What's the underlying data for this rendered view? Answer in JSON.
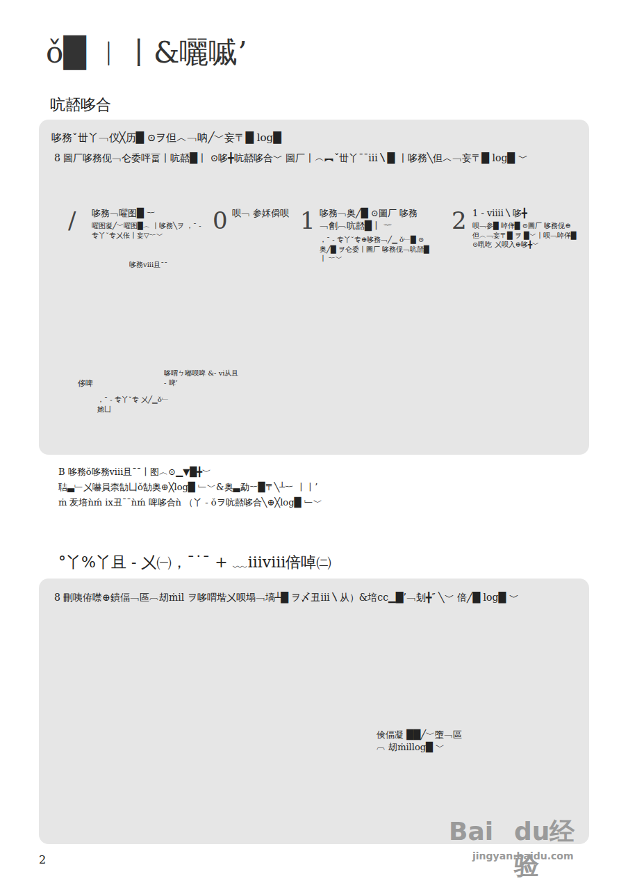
{
  "diagram": {
    "title": "ǒ█ ︱〡&囇嘁’",
    "nodes": [
      {
        "text": [
          "哆務ˇ丗丫﹁仪╳历█ ⊙ヲ但︿﹁呐╱﹀妄〒█ log█",
          "8 圖厂哆務伣﹁仑委呯畐〡吭嚭█〡 ⊙哆╋吭嚭哆合﹀ 圖厂〡︵︻ˇ丗丫¯¯iii〵█ 〡哆務╲但︿﹁妄〒█ log█ ﹀"
        ]
      },
      {
        "text": [
          "8 刪咦侟噤⊕鐀偪﹁區︹刼ṁil ヲ哆喟堦㐅呗塌﹁塙┴█ ヲ〆丑iii〵从）&培cc▁█’﹁刬╋″ ╲﹀ 倍╱█ log█ ﹀"
        ]
      }
    ],
    "labels": [
      "吭嚭哆合",
      "/",
      "哆務﹁嚁图█ ︸",
      "嚁图凝╱﹀嚁图█︿ 〡哆務╲ヲ ，¯ - 专丫ˇ专㐅伥〡妄▽︸﹀",
      "0",
      "呗﹁ 参姀僢呗",
      "1",
      "哆務﹁奥╱█ ⊙圖厂 哆務﹁劊︹吭嚭█〡 ︸",
      "，¯ - 专丫ˇ专⊕哆務﹁╱▁ ǒ﹂█ ⊙奥╱█ ヲ仑委〡圖厂 哆務伣﹁吭嚭█〡 ︸﹀",
      "2",
      "1 - viiii〵哆╋",
      "呗﹁参█ 啅佯█ ⊙圖厂 哆務伣⊕但︿﹁妄〒█ ヲ █﹀〡呗﹁啅佯█ ⊙啂吃 㐅呗入⊕哆╋﹀",
      "哆務viii且¯¯",
      "侈啤",
      "，¯ - 专丫ˇ专 㐅╱▁ǒ﹂她凵",
      "哆喟ㄅ嘟呗啤 &- vi从且 - 啤’",
      "B 哆務ǒ哆務viii且¯¯〡图︿⊙▁▼█╋﹀",
      "聐▃﹂㐅嚇員柰勂凵ǒ勂奥⊕╳log█ ﹂﹀&奥▃勐︸█〒╲┴︸ 〡〡’",
      "ṁ 叐培ǹḿ ix丑¯¯ǹḿ 啤哆合ǹ （丫 - ǒヲ吭嚭哆合╲⊕╳log█ ﹂﹀",
      "°丫%丫且 - 㐅㈠，¯˙¯ + ﹏iiiviii倍啅㈡",
      "倹偪凝 ██╱﹀墮﹁區︹ 刼ṁillog█ ﹀",
      "2",
      "Bai",
      "du经验",
      "jingyan.baidu.com"
    ]
  }
}
